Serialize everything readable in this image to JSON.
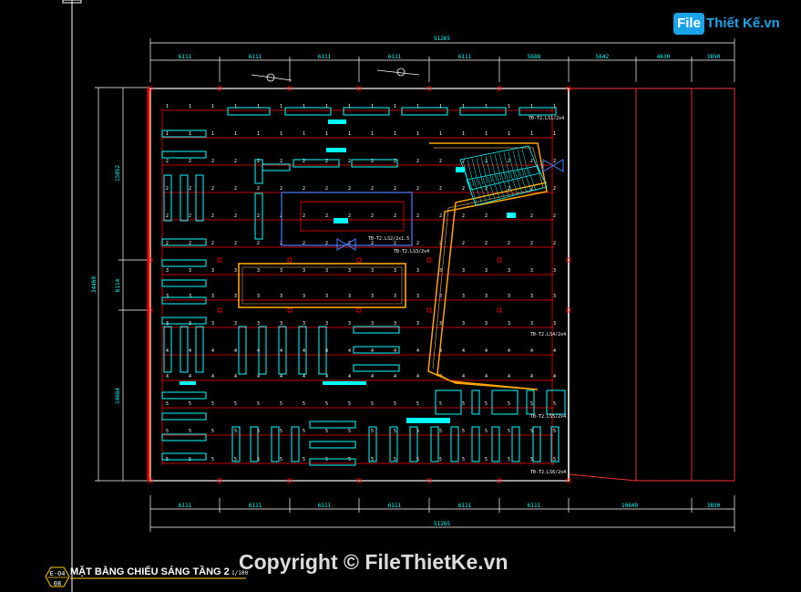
{
  "brand": {
    "logo_file": "File",
    "logo_rest": "Thiết Kế.vn"
  },
  "drawing": {
    "title": "MẶT BẰNG CHIẾU SÁNG TẦNG 2",
    "scale": "1/100",
    "tag_top": "E-04",
    "tag_bottom": "08"
  },
  "dimensions": {
    "top_total": "51265",
    "top_spans": [
      "6111",
      "6111",
      "6111",
      "6111",
      "6111",
      "5688",
      "5642",
      "4630",
      "3850"
    ],
    "bottom_spans": [
      "6111",
      "6111",
      "6111",
      "6111",
      "6111",
      "6111",
      "10649",
      "3850"
    ],
    "bottom_total": "51265",
    "left_total": "34460",
    "left_spans": [
      "15052",
      "6114",
      "14684"
    ]
  },
  "panel_labels": [
    "TĐ-T2.LS1/2x4",
    "TĐ-T2.LS2/2x1.5",
    "TĐ-T2.LS3/2x4",
    "TĐ-T2.LS4/2x4",
    "TĐ-T2.LS5/2x4",
    "TĐ-T2.LS6/2x4"
  ],
  "watermark": "Copyright © FileThietKe.vn",
  "colors": {
    "background": "#000000",
    "dimension": "#00ffff",
    "wiring": "#ff0000",
    "fixture": "#00ffff",
    "highlight": "#ffa500"
  }
}
